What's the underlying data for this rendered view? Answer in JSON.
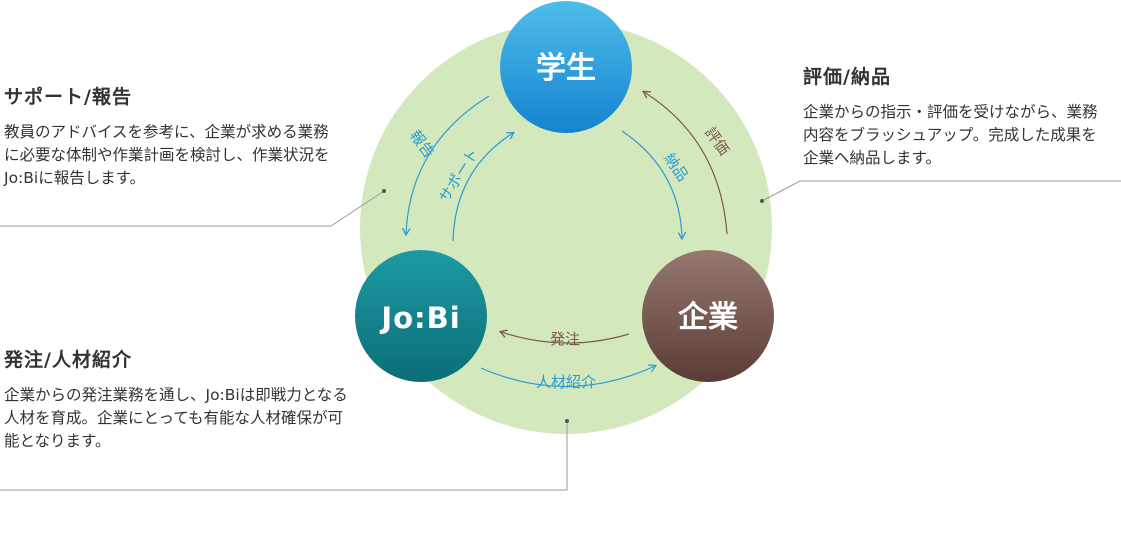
{
  "nodes": {
    "student": "学生",
    "jobi": "Jo:Bi",
    "company": "企業"
  },
  "arrows": {
    "report": "報告",
    "support": "サポート",
    "evaluation": "評価",
    "delivery": "納品",
    "dispatch": "発注",
    "talent": "人材紹介"
  },
  "blocks": {
    "support": {
      "title": "サポート/報告",
      "text": "教員のアドバイスを参考に、企業が求める業務に必要な体制や作業計画を検討し、作業状況をJo:Biに報告します。"
    },
    "evaluation": {
      "title": "評価/納品",
      "text": "企業からの指示・評価を受けながら、業務内容をブラッシュアップ。完成した成果を企業へ納品します。"
    },
    "dispatch": {
      "title": "発注/人材紹介",
      "text": "企業からの発注業務を通し、Jo:Biは即戦力となる人材を育成。企業にとっても有能な人材確保が可能となります。"
    }
  },
  "colors": {
    "big_circle": "#d4e8bd",
    "student": "#1e8fd6",
    "jobi": "#0f7e86",
    "company": "#6e4e47",
    "blue_arrow": "#2b9dd2",
    "brown_arrow": "#7a5a52"
  }
}
